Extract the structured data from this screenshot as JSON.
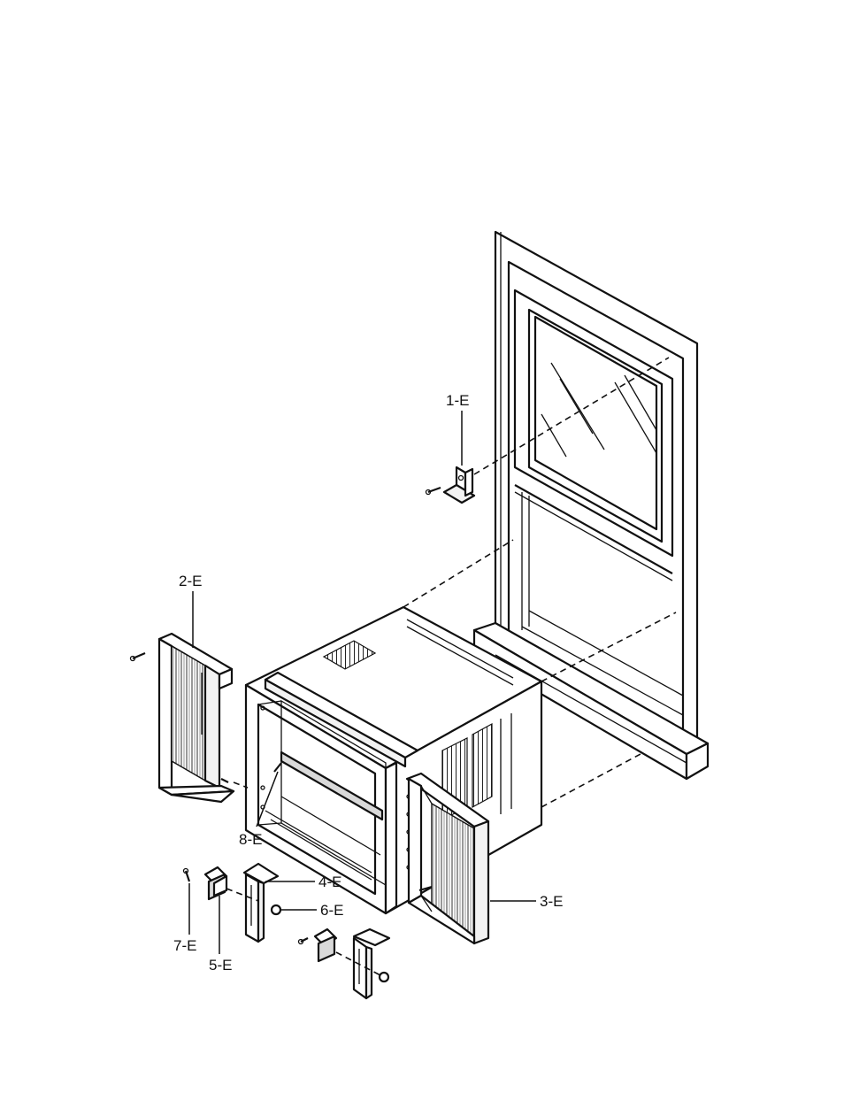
{
  "diagram": {
    "parts": [
      {
        "id": "p1",
        "label": "1-E"
      },
      {
        "id": "p2",
        "label": "2-E"
      },
      {
        "id": "p3",
        "label": "3-E"
      },
      {
        "id": "p4",
        "label": "4-E"
      },
      {
        "id": "p5",
        "label": "5-E"
      },
      {
        "id": "p6",
        "label": "6-E"
      },
      {
        "id": "p7",
        "label": "7-E"
      },
      {
        "id": "p8",
        "label": "8-E"
      }
    ]
  }
}
